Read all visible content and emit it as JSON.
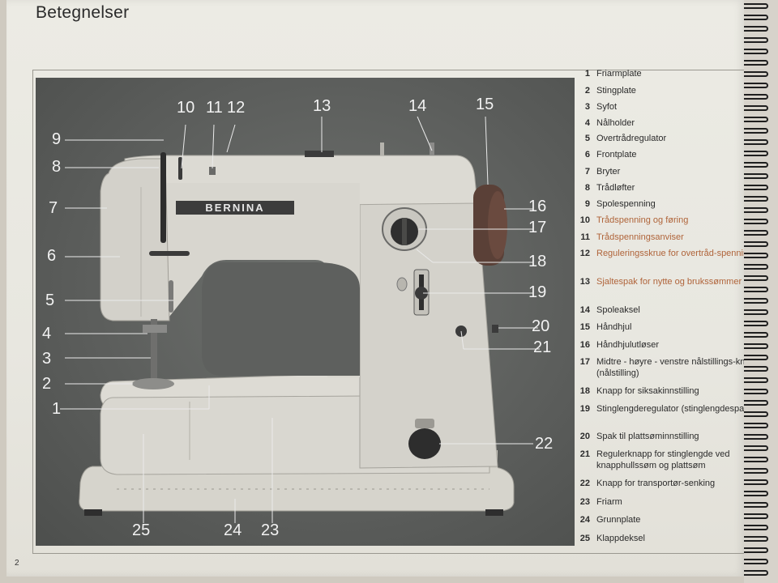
{
  "page": {
    "heading": "Betegnelser",
    "page_number": "2"
  },
  "photo": {
    "brand_label": "BERNINA",
    "callouts": [
      "1",
      "2",
      "3",
      "4",
      "5",
      "6",
      "7",
      "8",
      "9",
      "10",
      "11",
      "12",
      "13",
      "14",
      "15",
      "16",
      "17",
      "18",
      "19",
      "20",
      "21",
      "22",
      "23",
      "24",
      "25"
    ]
  },
  "legend": {
    "items": [
      {
        "num": "1",
        "text": "Friarmplate"
      },
      {
        "num": "2",
        "text": "Stingplate"
      },
      {
        "num": "3",
        "text": "Syfot"
      },
      {
        "num": "4",
        "text": "Nålholder"
      },
      {
        "num": "5",
        "text": "Overtrådregulator"
      },
      {
        "num": "6",
        "text": "Frontplate"
      },
      {
        "num": "7",
        "text": "Bryter"
      },
      {
        "num": "8",
        "text": "Trådløfter"
      },
      {
        "num": "9",
        "text": "Spolespenning"
      },
      {
        "num": "10",
        "text": "Trådspenning og føring"
      },
      {
        "num": "11",
        "text": "Trådspenningsanviser"
      },
      {
        "num": "12",
        "text": "Reguleringsskrue for overtråd-spenning"
      },
      {
        "num": "13",
        "text": "Sjaltespak for nytte og brukssømmer"
      },
      {
        "num": "14",
        "text": "Spoleaksel"
      },
      {
        "num": "15",
        "text": "Håndhjul"
      },
      {
        "num": "16",
        "text": "Håndhjulutløser"
      },
      {
        "num": "17",
        "text": "Midtre - høyre - venstre nålstillings-knapp (nålstilling)"
      },
      {
        "num": "18",
        "text": "Knapp for siksakinnstilling"
      },
      {
        "num": "19",
        "text": "Stinglengderegulator (stinglengdespak)"
      },
      {
        "num": "20",
        "text": "Spak til plattsøminnstilling"
      },
      {
        "num": "21",
        "text": "Regulerknapp for stinglengde ved knapphullssøm og plattsøm"
      },
      {
        "num": "22",
        "text": "Knapp for transportør-senking"
      },
      {
        "num": "23",
        "text": "Friarm"
      },
      {
        "num": "24",
        "text": "Grunnplate"
      },
      {
        "num": "25",
        "text": "Klappdeksel"
      }
    ]
  },
  "colors": {
    "photo_bg": "#5b5d5b",
    "machine": "#d8d6cf",
    "legend_text": "#2b2b2b",
    "legend_accent": "#b0643a",
    "callout": "#f2f2f2"
  }
}
